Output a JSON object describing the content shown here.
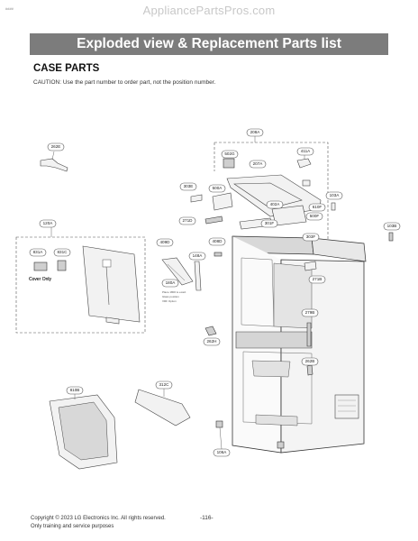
{
  "watermark": "AppliancePartsPros.com",
  "corner_mark": "####",
  "header": {
    "title": "Exploded view & Replacement Parts list"
  },
  "section": {
    "title": "CASE PARTS",
    "caution": "CAUTION: Use the part number to order part, not the position number."
  },
  "labels": {
    "l262E": "262E",
    "l208A": "208A",
    "l502G": "502G",
    "l207A": "207A",
    "l411A": "411A",
    "l303E": "303E",
    "l500A": "500A",
    "l103A": "103A",
    "l402A": "402A",
    "l610F": "610F",
    "l500F": "500F",
    "l271D": "271D",
    "l301F": "301F",
    "l103B": "103B",
    "l120A": "120A",
    "l409D": "409D",
    "l408D": "408D",
    "l303F": "303F",
    "l831A": "831A",
    "l831C": "831C",
    "l148A": "148A",
    "l271B": "271B",
    "l180A": "180A",
    "l279B": "279B",
    "l262H": "262H",
    "l262B": "262B",
    "l810B": "810B",
    "l312C": "312C",
    "l106A": "106A"
  },
  "cover_only": "Cover Only",
  "footer": {
    "copyright": "Copyright © 2023 LG Electronics Inc. All rights reserved.",
    "training": "Only training and service purposes",
    "page": "-116-"
  }
}
